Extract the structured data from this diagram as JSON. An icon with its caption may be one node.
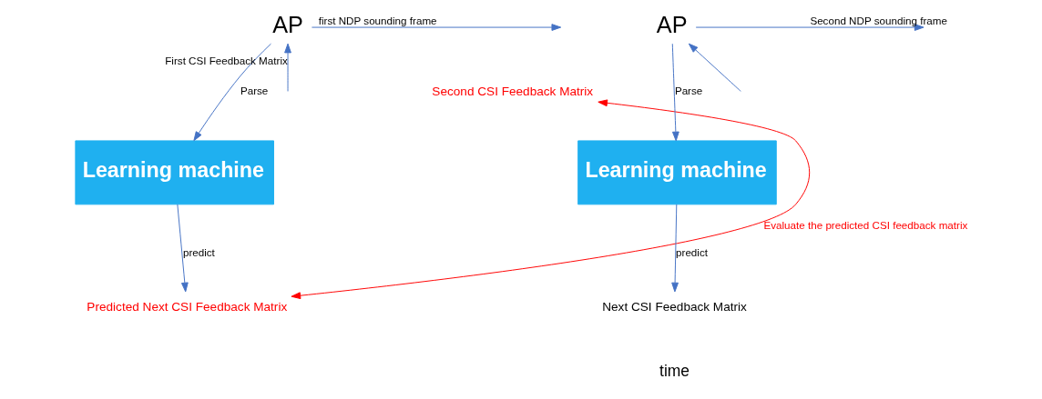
{
  "diagram": {
    "nodes": [
      {
        "text": [
          "AP"
        ]
      },
      {
        "text": [
          "Learning machine"
        ]
      },
      {
        "text": [
          "Predicted Next CSI Feedback Matrix"
        ]
      },
      {
        "text": [
          "AP"
        ]
      },
      {
        "text": [
          "Second CSI Feedback Matrix"
        ]
      },
      {
        "text": [
          "Learning machine"
        ]
      },
      {
        "text": [
          "Next CSI Feedback Matrix"
        ]
      }
    ],
    "edges": [
      {
        "from": 0,
        "to": null,
        "arrow": "to",
        "label": "first NDP sounding frame"
      },
      {
        "from": null,
        "to": 0,
        "arrow": "to",
        "label": "First CSI Feedback Matrix"
      },
      {
        "from": 0,
        "to": 1,
        "arrow": "to",
        "label": "Parse"
      },
      {
        "from": 1,
        "to": 2,
        "arrow": "to",
        "label": "predict"
      },
      {
        "from": 2,
        "to": 4,
        "arrow": "both",
        "label": "Evaluate the predicted CSI feedback matrix",
        "color": "#ff0000"
      },
      {
        "from": 3,
        "to": null,
        "arrow": "to",
        "label": "Second NDP sounding frame"
      },
      {
        "from": null,
        "to": 3,
        "arrow": "to"
      },
      {
        "from": 3,
        "to": 5,
        "arrow": "to",
        "label": "Parse"
      },
      {
        "from": 5,
        "to": 6,
        "arrow": "to",
        "label": "predict"
      }
    ],
    "labels": [
      "time"
    ]
  }
}
